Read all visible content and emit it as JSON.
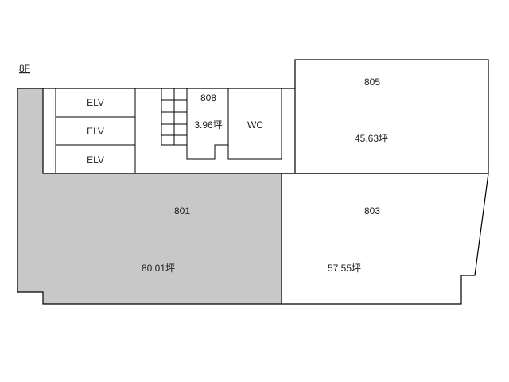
{
  "floor": {
    "label": "8F"
  },
  "colors": {
    "highlight_fill": "#c8c8c8",
    "line": "#000000",
    "background": "#ffffff"
  },
  "elevators": [
    {
      "label": "ELV"
    },
    {
      "label": "ELV"
    },
    {
      "label": "ELV"
    }
  ],
  "restroom": {
    "label": "WC"
  },
  "units": {
    "u808": {
      "number": "808",
      "area": "3.96坪"
    },
    "u805": {
      "number": "805",
      "area": "45.63坪"
    },
    "u801": {
      "number": "801",
      "area": "80.01坪",
      "highlighted": true
    },
    "u803": {
      "number": "803",
      "area": "57.55坪"
    }
  }
}
